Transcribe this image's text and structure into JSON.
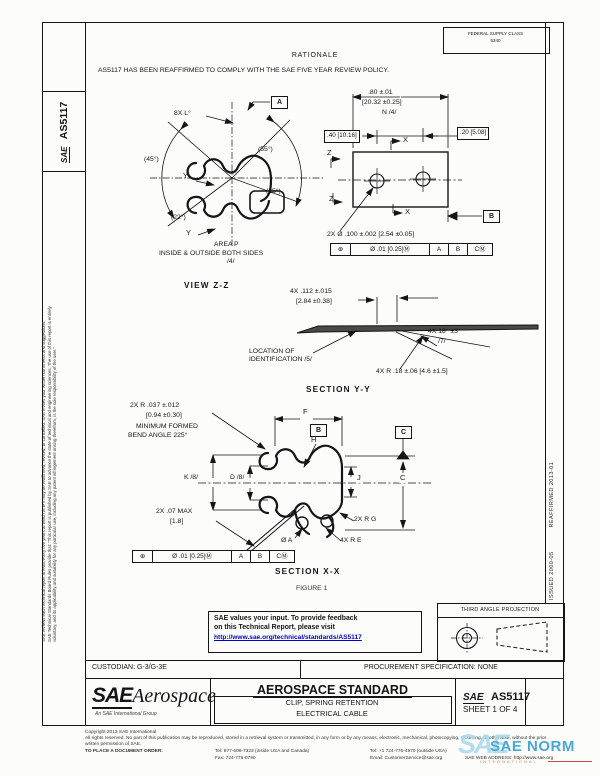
{
  "doc": {
    "fsc": {
      "line1": "FEDERAL SUPPLY CLASS",
      "line2": "5340"
    },
    "left_bar": {
      "doc_id_prefix": "SAE",
      "doc_id": "AS5117",
      "disclaimer_line1": "SAE Technical Standards Board Rules provide that: \"This report is published by SAE to advance the state of technical and engineering sciences. The use of this report is entirely",
      "disclaimer_line2": "voluntary, and its applicability and suitability for any particular use, including any patent infringement arising therefrom, is the sole responsibility of the user.\"",
      "disclaimer2": "SAE reviews each technical report at least every five years at which time it may be reaffirmed, revised, or cancelled. SAE invites your written comments and suggestions."
    },
    "right_bar": {
      "issued": "ISSUED 2000-05",
      "reaffirmed": "REAFFIRMED 2013-01"
    },
    "rationale": {
      "heading": "RATIONALE",
      "text": "AS5117 HAS BEEN REAFFIRMED TO COMPLY WITH THE SAE FIVE YEAR REVIEW POLICY."
    }
  },
  "figure": {
    "caption": "FIGURE 1",
    "view_zz": {
      "datum_a": "A",
      "count_note": "8X L°",
      "angle_45": "(45°)",
      "angle_55": "(55°)",
      "angle_25": "(25°)",
      "angle_22": "(22°)",
      "section_y_top": "Y",
      "section_y_bottom": "Y",
      "area": "AREA P",
      "note_sides": "INSIDE & OUTSIDE BOTH SIDES",
      "flag_4": "/4/",
      "label": "VIEW Z-Z"
    },
    "flat_view": {
      "dim_width": ".80 ±.01",
      "dim_width_mm": "[20.32 ±0.25]",
      "note_n": "N /4/",
      "dim_left": ".40 [10.16]",
      "dim_right": ".20 [5.08]",
      "x_top": "X",
      "x_bottom": "X",
      "z_top": "Z",
      "z_bottom": "Z",
      "datum_b": "B",
      "hole_callout": "2X Ø .100 ±.002 [2.54 ±0.05]",
      "fcf": {
        "symbol": "⊕",
        "tolerance": "Ø .01 [0.25]Ⓜ",
        "d1": "A",
        "d2": "B",
        "d3": "CⓂ"
      }
    },
    "section_yy": {
      "dim_thk": "4X .112 ±.015",
      "dim_thk_mm": "[2.84 ±0.38]",
      "loc_line1": "LOCATION OF",
      "loc_line2": "IDENTIFICATION /5/",
      "angle": "4X 18° ±3°",
      "flag_7": "/7/",
      "radius": "4X R .18 ±.06 [4.6 ±1.5]",
      "label": "SECTION Y-Y"
    },
    "section_xx": {
      "radius_note": "2X R .037 ±.012",
      "radius_note_mm": "[0.94 ±0.30]",
      "bend_note1": "MINIMUM FORMED",
      "bend_note2": "BEND ANGLE 225°",
      "dim_f": "F",
      "datum_b": "B",
      "dim_h": "H",
      "dim_k": "K /8/",
      "dim_d": "D /8/",
      "dim_j": "J",
      "max_note": "2X .07 MAX",
      "max_note_mm": "[1.8]",
      "radius_g": "2X R G",
      "radius_e": "4X R E",
      "dia_a": "Ø A",
      "datum_c": "C",
      "dim_c": "C",
      "fcf": {
        "symbol": "⊕",
        "tolerance": "Ø .01 [0.25]Ⓜ",
        "d1": "A",
        "d2": "B",
        "d3": "CⓂ"
      },
      "label": "SECTION X-X"
    }
  },
  "feedback": {
    "line1": "SAE values your input. To provide feedback",
    "line2": "on this Technical Report, please visit",
    "link": "http://www.sae.org/technical/standards/AS5117"
  },
  "projection": {
    "title": "THIRD ANGLE PROJECTION"
  },
  "title_block": {
    "custodian": "CUSTODIAN: G-3/G-3E",
    "procurement": "PROCUREMENT SPECIFICATION: NONE",
    "logo_sae": "SAE",
    "logo_aerospace": "Aerospace",
    "logo_sub": "An SAE International Group",
    "standard_type": "AEROSPACE STANDARD",
    "title_line1": "CLIP, SPRING RETENTION",
    "title_line2": "ELECTRICAL CABLE",
    "doc_sae": "SAE",
    "doc_number": "AS5117",
    "sheet": "SHEET 1 OF 4"
  },
  "footer": {
    "copyright": "Copyright 2013 SAE International",
    "rights": "All rights reserved. No part of this publication may be reproduced, stored in a retrieval system or transmitted, in any form or by any means, electronic, mechanical, photocopying, recording, or otherwise, without the prior written permission of SAE.",
    "order_label": "TO PLACE A DOCUMENT ORDER:",
    "tel_inside": "Tel: 877-606-7323 (inside USA and Canada)",
    "tel_outside": "Tel: +1 724-776-4970 (outside USA)",
    "fax": "Fax: 724-776-0790",
    "email": "Email: CustomerService@sae.org",
    "web": "SAE WEB ADDRESS: http://www.sae.org"
  },
  "watermark": {
    "sae": "SAE",
    "norm": "SAE NORM",
    "sub": "INTERNATIONAL"
  }
}
